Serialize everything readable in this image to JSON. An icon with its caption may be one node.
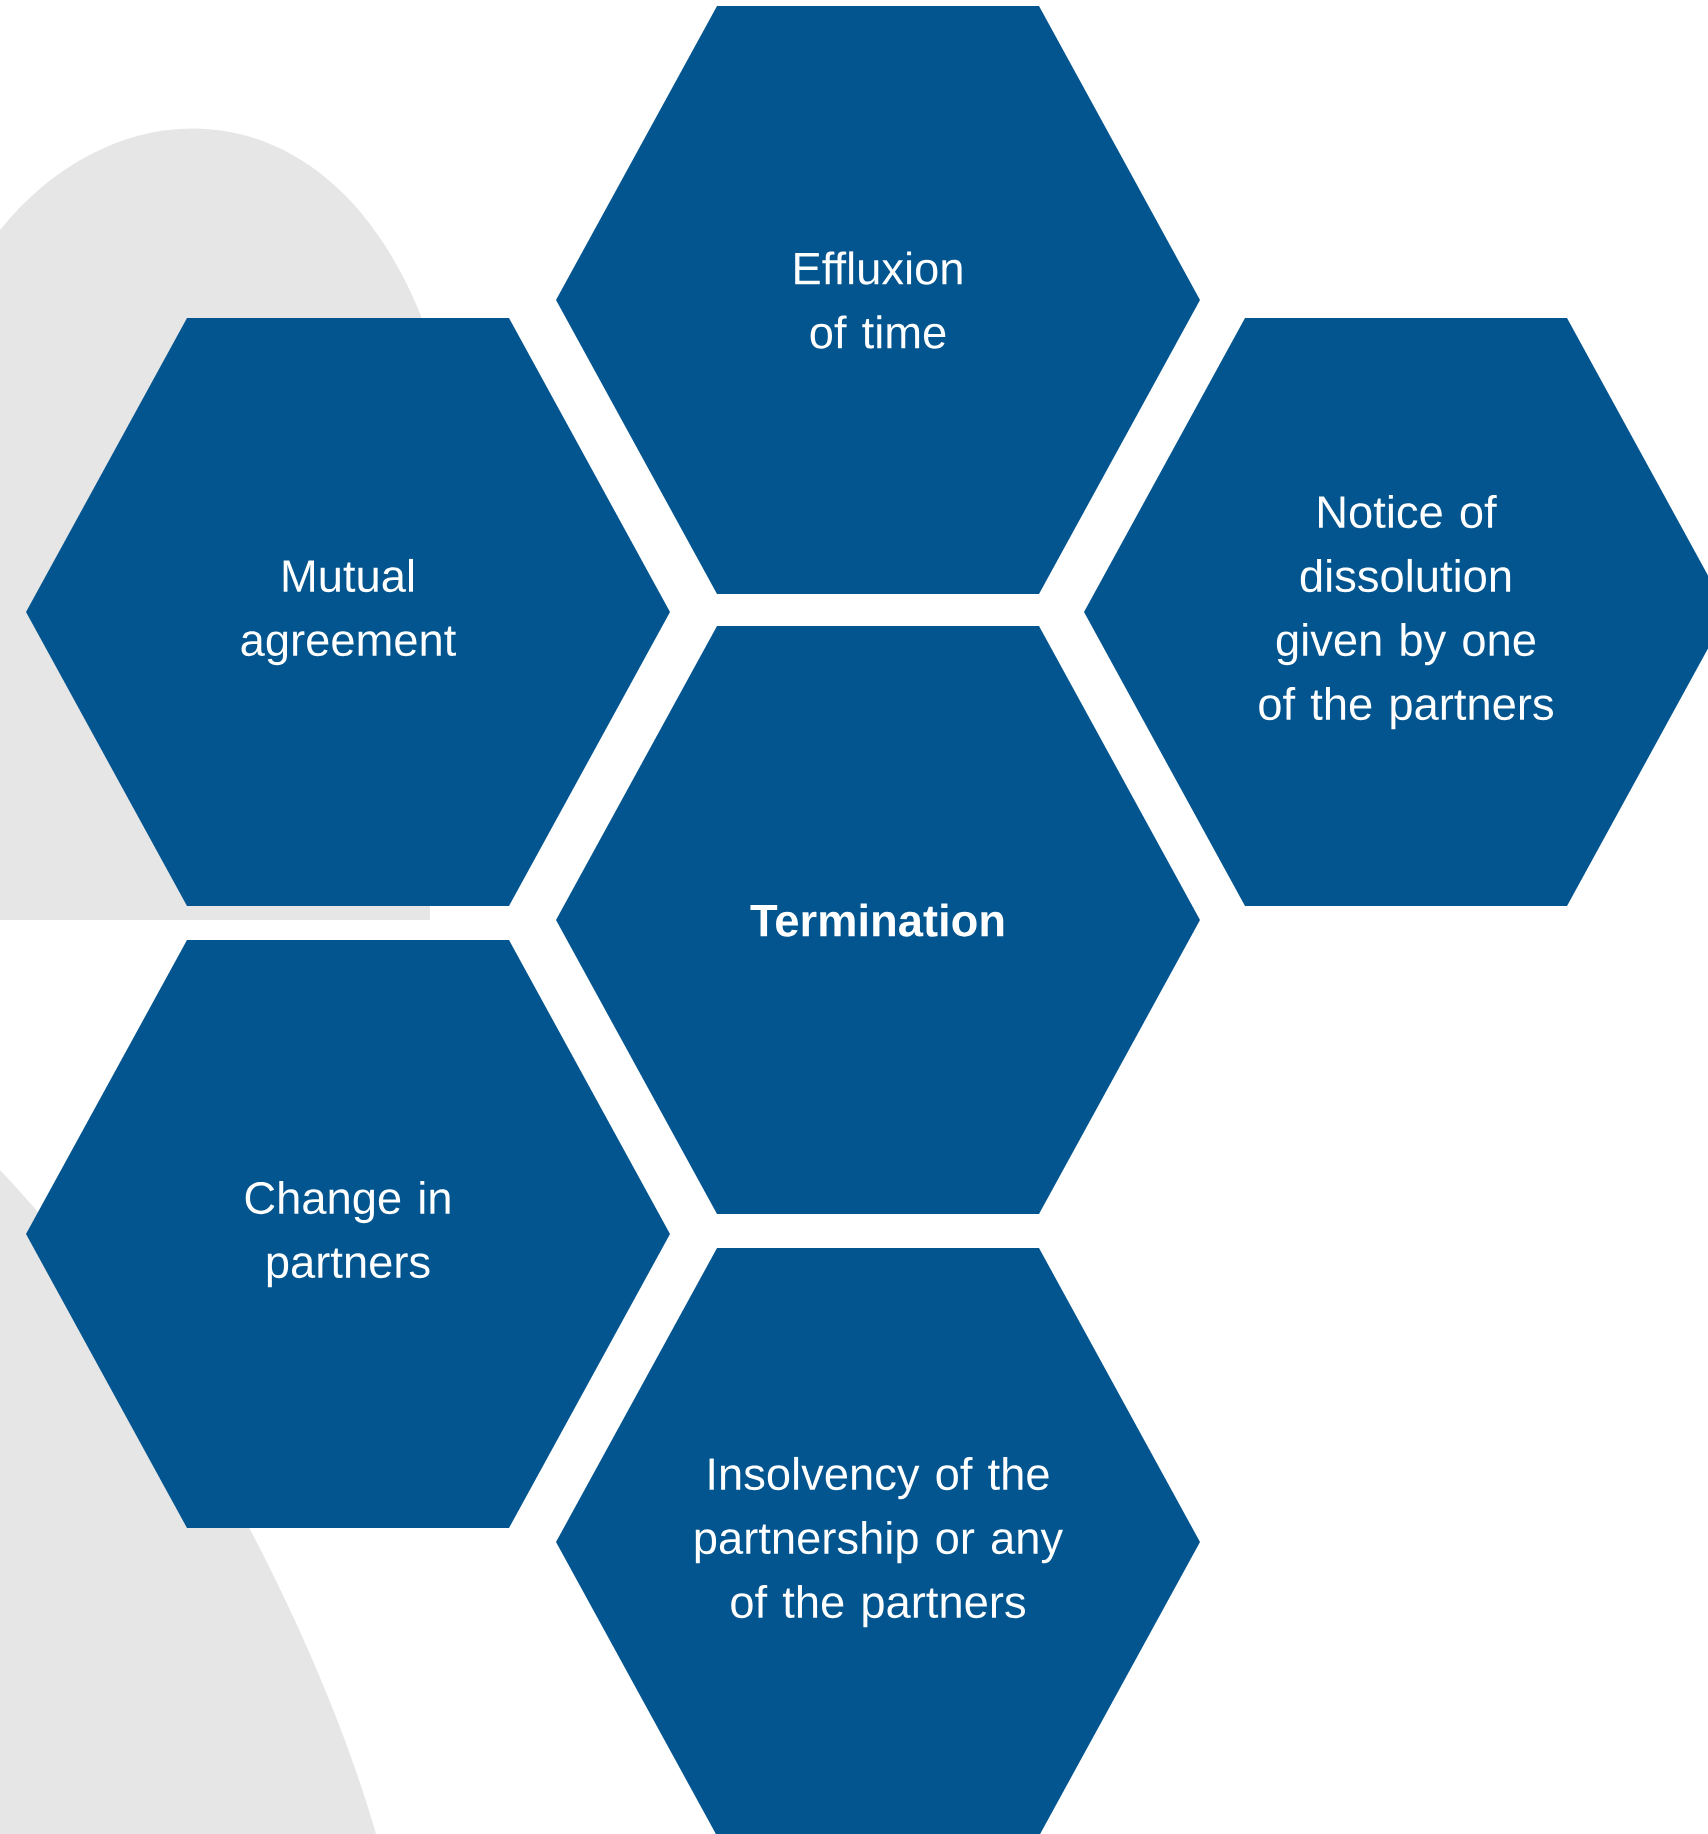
{
  "diagram": {
    "nodes": [
      {
        "text": [
          "Effluxion of time"
        ]
      },
      {
        "text": [
          "Mutual agreement"
        ]
      },
      {
        "text": [
          "Notice of dissolution given by one of the partners"
        ]
      },
      {
        "text": [
          "Termination"
        ]
      },
      {
        "text": [
          "Change in partners"
        ]
      },
      {
        "text": [
          "Insolvency of the partnership or any of the partners"
        ]
      }
    ]
  }
}
